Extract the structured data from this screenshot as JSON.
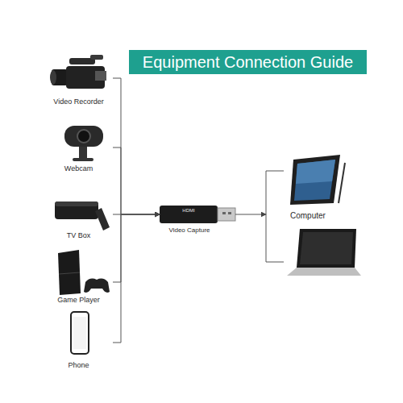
{
  "diagram": {
    "title": "Equipment Connection Guide",
    "nodes": [
      {
        "text": [
          "Video Recorder"
        ]
      },
      {
        "text": [
          "Webcam"
        ]
      },
      {
        "text": [
          "TV Box"
        ]
      },
      {
        "text": [
          "Game Player"
        ]
      },
      {
        "text": [
          "Phone"
        ]
      },
      {
        "text": [
          "HDMI",
          "Video Capture"
        ]
      },
      {
        "text": [
          "Computer"
        ]
      }
    ],
    "edges": [
      {
        "from": 0,
        "to": 5,
        "arrow": "to"
      },
      {
        "from": 1,
        "to": 5,
        "arrow": "to"
      },
      {
        "from": 2,
        "to": 5,
        "arrow": "to"
      },
      {
        "from": 3,
        "to": 5,
        "arrow": "to"
      },
      {
        "from": 4,
        "to": 5,
        "arrow": "to"
      },
      {
        "from": 5,
        "to": 6,
        "arrow": "to"
      }
    ]
  }
}
